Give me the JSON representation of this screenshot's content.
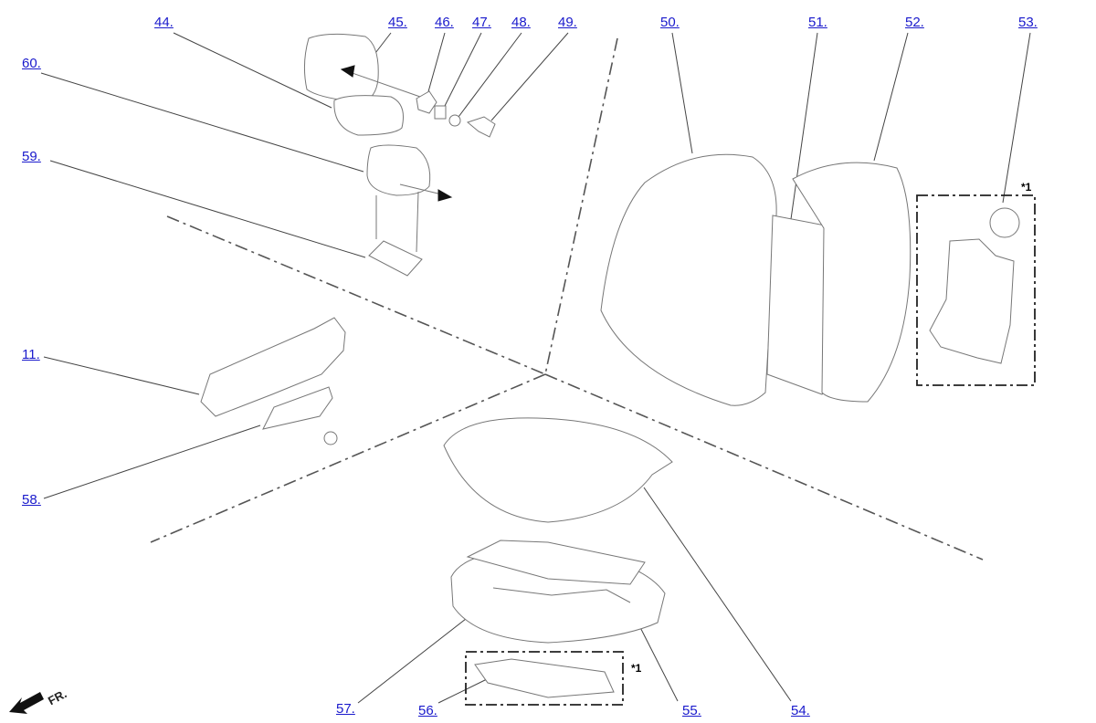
{
  "callouts": {
    "c44": "44.",
    "c45": "45.",
    "c46": "46.",
    "c47": "47.",
    "c48": "48.",
    "c49": "49.",
    "c50": "50.",
    "c51": "51.",
    "c52": "52.",
    "c53": "53.",
    "c60": "60.",
    "c59": "59.",
    "c11": "11.",
    "c58": "58.",
    "c57": "57.",
    "c56": "56.",
    "c55": "55.",
    "c54": "54."
  },
  "notes": {
    "star1_a": "*1",
    "star1_b": "*1"
  },
  "front_label": "FR.",
  "colors": {
    "callout": "#1a1acc",
    "line": "#444444",
    "part": "#777777",
    "box": "#222222"
  }
}
